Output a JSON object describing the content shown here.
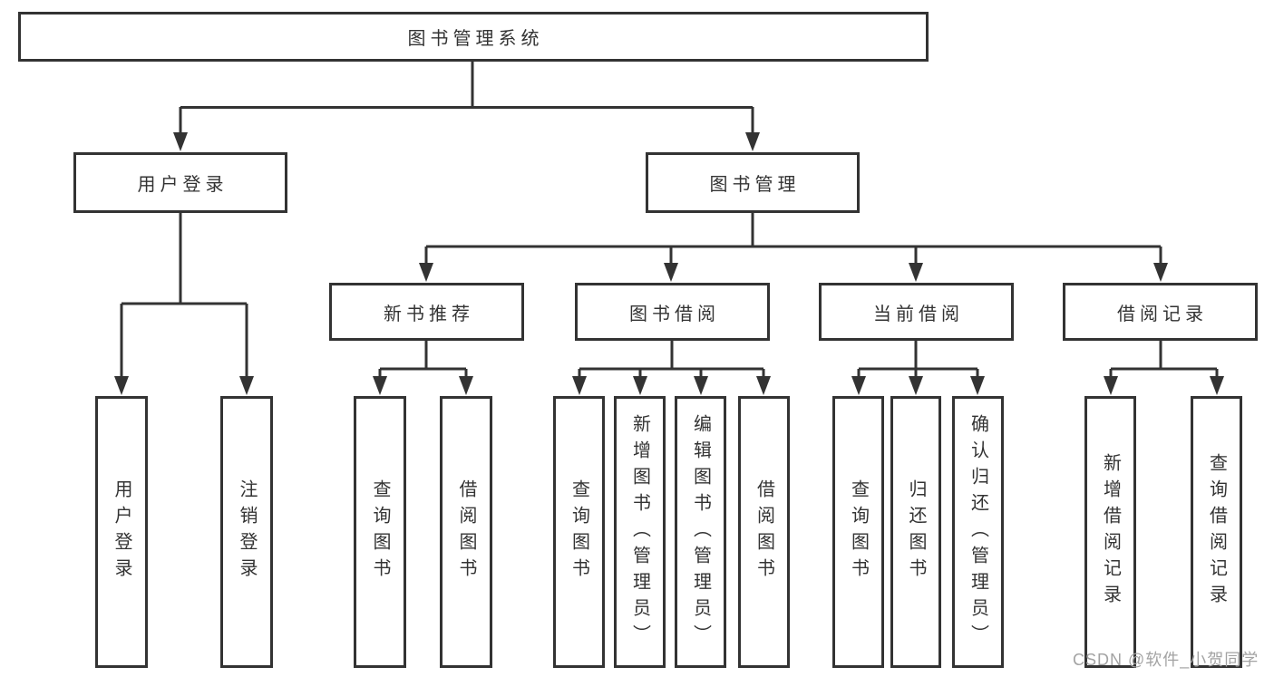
{
  "nodes": {
    "root": "图书管理系统",
    "user_login": "用户登录",
    "book_mgmt": "图书管理",
    "new_book_rec": "新书推荐",
    "book_borrow": "图书借阅",
    "current_borrow": "当前借阅",
    "borrow_records": "借阅记录",
    "leaf_user_login": "用户登录",
    "leaf_logout": "注销登录",
    "leaf_query_books_rec": "查询图书",
    "leaf_borrow_books_rec": "借阅图书",
    "leaf_query_books_borrow": "查询图书",
    "leaf_add_books_admin": "新增图书（管理员）",
    "leaf_edit_books_admin": "编辑图书（管理员）",
    "leaf_borrow_books_borrow": "借阅图书",
    "leaf_query_books_current": "查询图书",
    "leaf_return_books": "归还图书",
    "leaf_confirm_return_admin": "确认归还（管理员）",
    "leaf_add_borrow_record": "新增借阅记录",
    "leaf_query_borrow_record": "查询借阅记录"
  },
  "watermark": {
    "text": "CSDN @软件_小贺同学"
  },
  "colors": {
    "line": "#333333",
    "text": "#333333",
    "watermark": "#a3a3a3",
    "background": "#ffffff"
  }
}
